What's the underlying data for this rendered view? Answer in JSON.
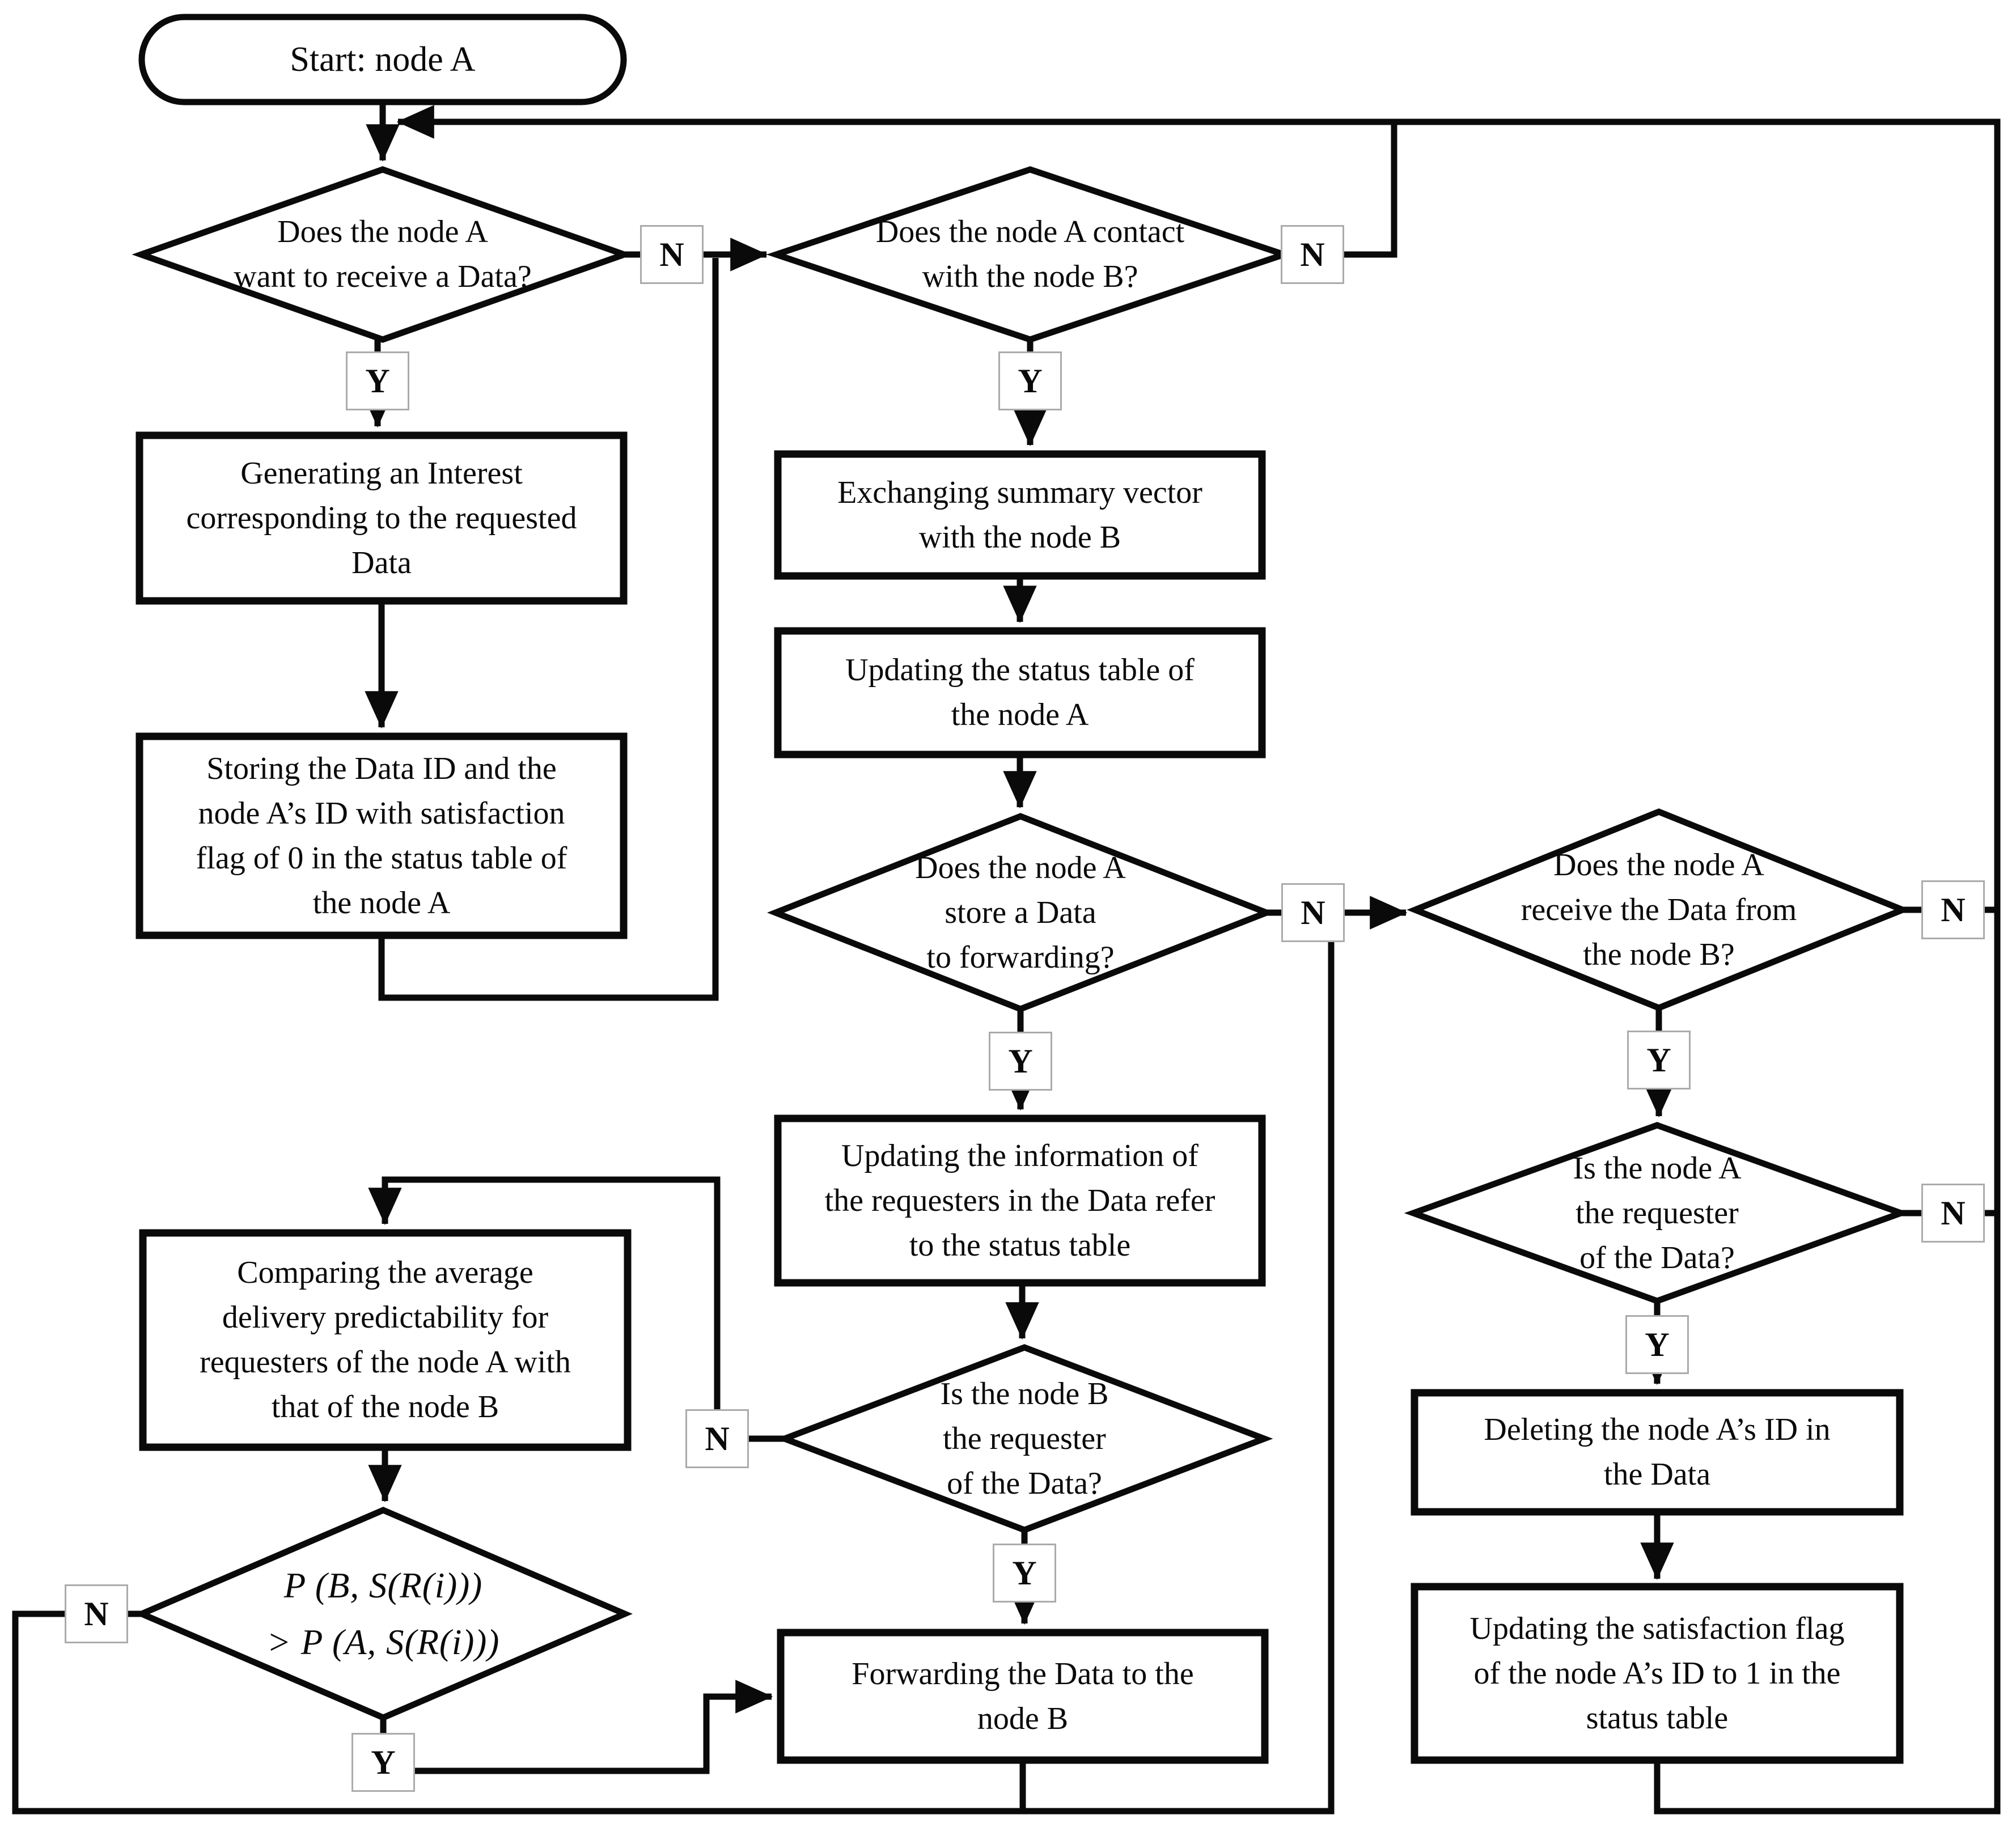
{
  "labels": {
    "yes": "Y",
    "no": "N"
  },
  "nodes": {
    "start": "Start: node A",
    "want_receive": "Does the node A\nwant to receive  a Data?",
    "generate_interest": "Generating an Interest\ncorresponding to the requested\nData",
    "store_id": "Storing the Data ID and the\nnode A’s ID with satisfaction\nflag of 0 in the status table of\nthe node A",
    "contact_b": "Does the node A contact\nwith the node B?",
    "exchange_sv": "Exchanging summary vector\nwith the node B",
    "update_status": "Updating the status table of\nthe node A",
    "store_forward": "Does the node A\nstore a Data\nto forwarding?",
    "update_requesters": "Updating the information of\nthe requesters in the Data refer\nto the status table",
    "b_requester": "Is the node B\nthe requester\nof the Data?",
    "forward_data": "Forwarding the Data to the\nnode B",
    "compare_pred": "Comparing the average\ndelivery  predictability  for\nrequesters of the node A with\nthat of the node B",
    "pred_formula": "P (B, S(R(i)))\n> P (A, S(R(i)))",
    "receive_from_b": "Does the node A\nreceive  the Data from\nthe node B?",
    "a_requester": "Is the node A\nthe requester\nof the Data?",
    "delete_id": "Deleting  the node A’s ID in\nthe Data",
    "update_flag": "Updating the satisfaction flag\nof the node A’s ID to 1 in the\nstatus table"
  }
}
